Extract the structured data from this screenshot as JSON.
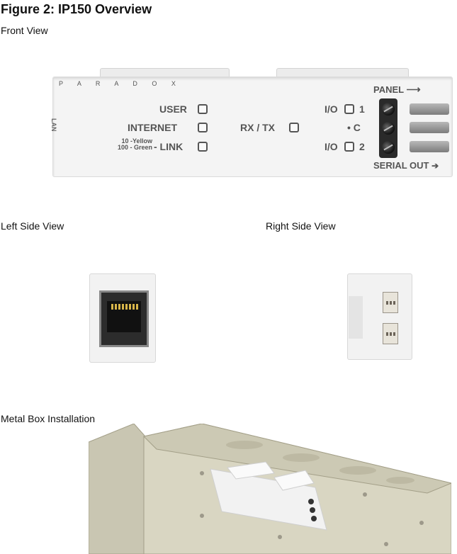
{
  "figure_title": "Figure 2: IP150 Overview",
  "views": {
    "front": {
      "caption": "Front View",
      "brand": "P A R A D O X",
      "lan": "LAN",
      "user": "USER",
      "internet": "INTERNET",
      "link": "- LINK",
      "link_note_1": "10 -Yellow",
      "link_note_2": "100 - Green",
      "rxtx": "RX / TX",
      "io1": "I/O",
      "io1_num": "1",
      "c": "• C",
      "io2": "I/O",
      "io2_num": "2",
      "panel": "PANEL",
      "serial_out": "SERIAL OUT"
    },
    "left": {
      "caption": "Left Side View"
    },
    "right": {
      "caption": "Right Side View"
    },
    "metal": {
      "caption": "Metal Box Installation"
    }
  },
  "colors": {
    "device": "#f4f4f4",
    "metal_box": "#d8d4c0",
    "label": "#555555"
  }
}
